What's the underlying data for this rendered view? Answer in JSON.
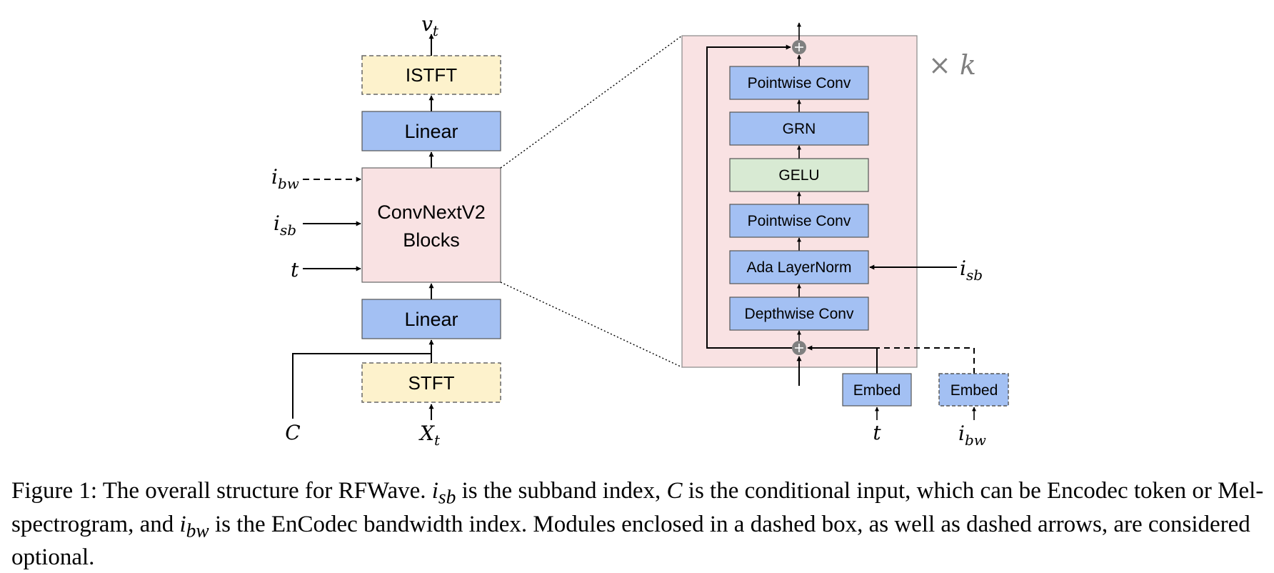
{
  "colors": {
    "blue": "#a3c0f3",
    "yellow": "#fdf2cc",
    "pink": "#f9e2e3",
    "green": "#d8ead3",
    "plus": "#808080"
  },
  "left": {
    "output_label": "v",
    "output_sub": "t",
    "istft": "ISTFT",
    "linear_top": "Linear",
    "convnext_line1": "ConvNextV2",
    "convnext_line2": "Blocks",
    "linear_bottom": "Linear",
    "stft": "STFT",
    "input_c": "C",
    "input_x": "X",
    "input_x_sub": "t",
    "side_ibw": "i",
    "side_ibw_sub": "bw",
    "side_isb": "i",
    "side_isb_sub": "sb",
    "side_t": "t"
  },
  "block": {
    "repeat": "× k",
    "layers": [
      "Pointwise Conv",
      "GRN",
      "GELU",
      "Pointwise Conv",
      "Ada LayerNorm",
      "Depthwise Conv"
    ],
    "isb": "i",
    "isb_sub": "sb",
    "embed_t": "Embed",
    "embed_ibw": "Embed",
    "t_label": "t",
    "ibw_label": "i",
    "ibw_sub": "bw"
  },
  "caption": {
    "fig": "Figure 1: The overall structure for RFWave.",
    "isb": "i",
    "isb_sub": "sb",
    "part1": "is the subband index,",
    "c": "C",
    "part2": "is the conditional input, which can be Encodec token or Mel-spectrogram, and",
    "ibw": "i",
    "ibw_sub": "bw",
    "part3": "is the EnCodec bandwidth index. Modules enclosed in a dashed box, as well as dashed arrows, are considered optional."
  }
}
